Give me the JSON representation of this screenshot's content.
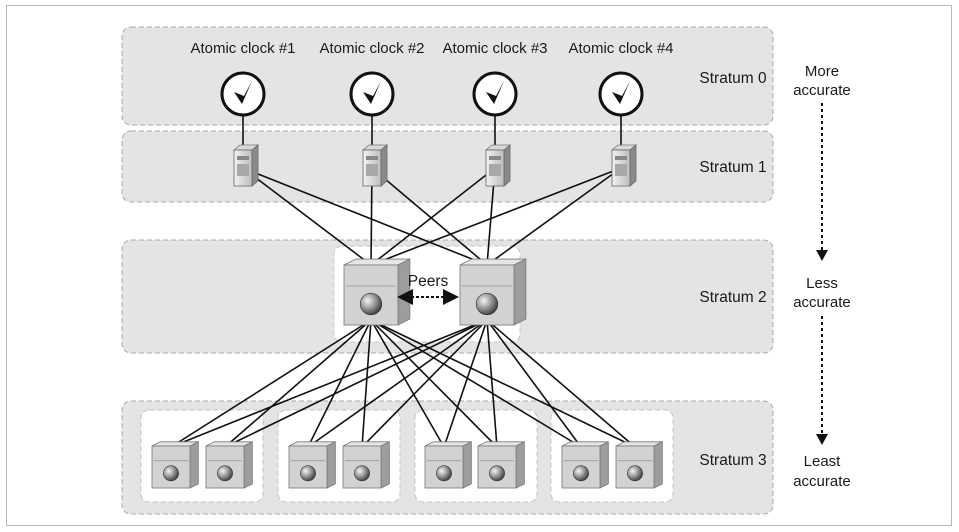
{
  "clocks": [
    "Atomic clock #1",
    "Atomic clock #2",
    "Atomic clock #3",
    "Atomic clock #4"
  ],
  "strata": [
    "Stratum 0",
    "Stratum 1",
    "Stratum 2",
    "Stratum 3"
  ],
  "peers_label": "Peers",
  "accuracy": {
    "top": [
      "More",
      "accurate"
    ],
    "middle": [
      "Less",
      "accurate"
    ],
    "bottom": [
      "Least",
      "accurate"
    ]
  },
  "colors": {
    "band": "#e4e4e4",
    "link": "#111111"
  }
}
